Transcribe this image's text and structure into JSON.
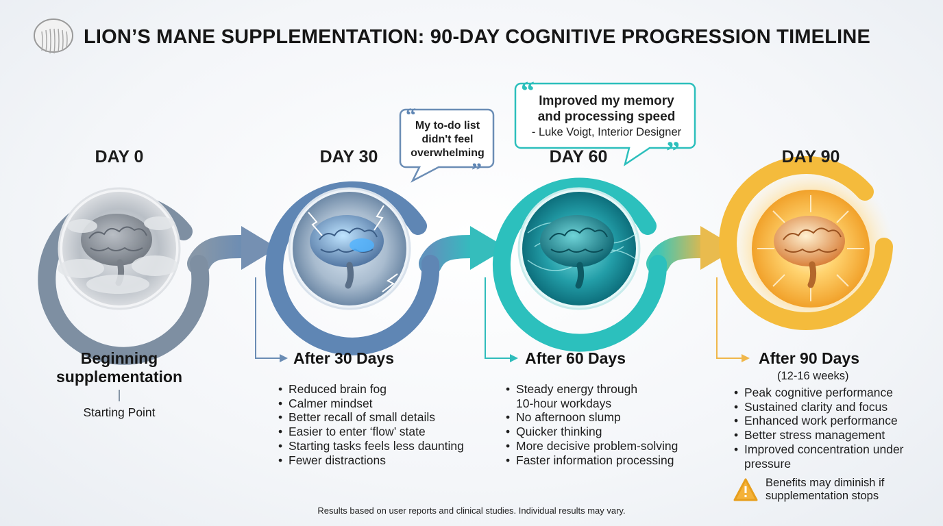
{
  "title": "LION’S MANE SUPPLEMENTATION: 90-DAY COGNITIVE PROGRESSION TIMELINE",
  "logo_icon": "lions-mane-mushroom-icon",
  "colors": {
    "day0": "#7f91a4",
    "day30": "#5f86b4",
    "day60": "#2bbfbd",
    "day90": "#f2b73a"
  },
  "stages": [
    {
      "day": "DAY 0",
      "heading_line1": "Beginning",
      "heading_line2": "supplementation",
      "sub": "Starting Point",
      "icon": "foggy-brain-icon"
    },
    {
      "day": "DAY 30",
      "heading": "After 30 Days",
      "icon": "lightning-brain-icon",
      "bullets": [
        "Reduced brain fog",
        "Calmer mindset",
        "Better recall of small details",
        "Easier to enter ‘flow’ state",
        "Starting tasks feels less daunting",
        "Fewer distractions"
      ]
    },
    {
      "day": "DAY 60",
      "heading": "After 60 Days",
      "icon": "energized-brain-icon",
      "bullets": [
        "Steady energy through",
        "No afternoon slump",
        "Quicker thinking",
        "More decisive problem-solving",
        "Faster information processing"
      ],
      "bullet1_cont": "10-hour workdays"
    },
    {
      "day": "DAY 90",
      "heading": "After 90 Days",
      "sub": "(12-16 weeks)",
      "icon": "radiant-brain-icon",
      "bullets": [
        "Peak cognitive performance",
        "Sustained clarity and focus",
        "Enhanced work performance",
        "Better stress management",
        "Improved concentration under"
      ],
      "bullet5_cont": "pressure",
      "warning_line1": "Benefits may diminish if",
      "warning_line2": "supplementation stops"
    }
  ],
  "quotes": {
    "q1_line1": "My to-do list",
    "q1_line2": "didn't feel",
    "q1_line3": "overwhelming",
    "q2_line1": "Improved my memory",
    "q2_line2": "and processing speed",
    "q2_attribution": "- Luke Voigt, Interior Designer"
  },
  "footnote": "Results based on user reports and clinical studies. Individual results may vary."
}
